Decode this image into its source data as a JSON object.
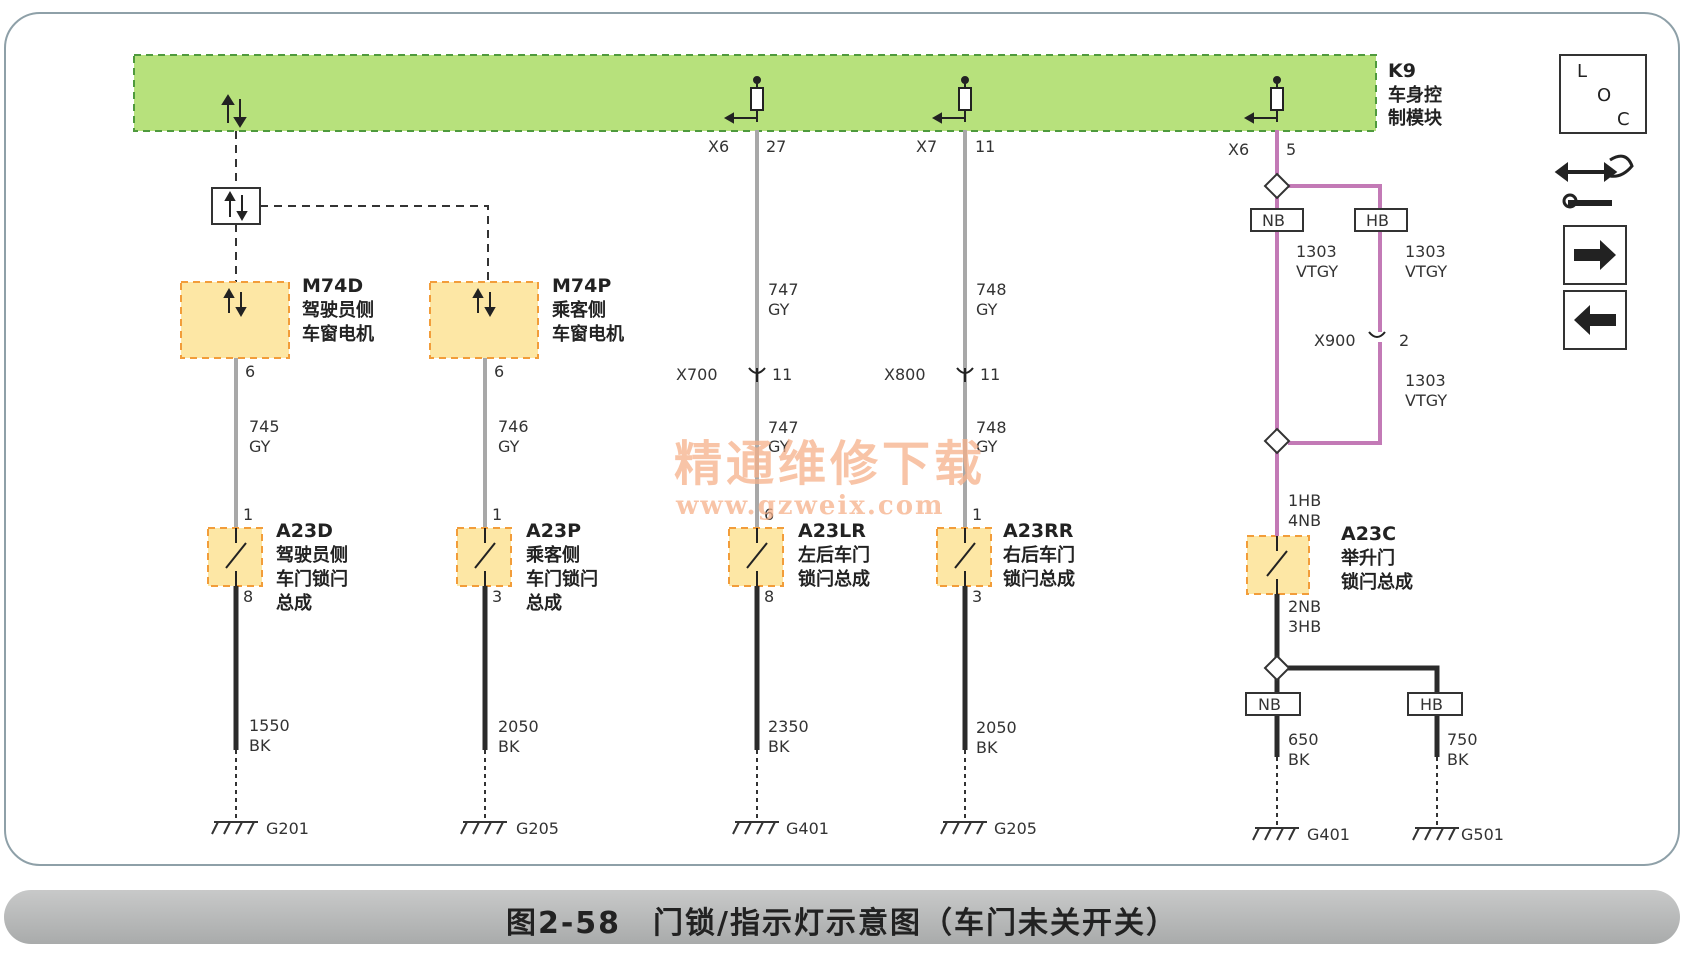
{
  "caption": "图2-58　门锁/指示灯示意图（车门未关开关）",
  "colors": {
    "module_fill": "#b7e17c",
    "component_fill": "#fde7a5",
    "component_border": "#f29d3a",
    "vtgy_wire": "#c37ab6",
    "gy_wire": "#a8a8a8",
    "bk_wire": "#2b2b2b"
  },
  "module": {
    "name": "K9",
    "desc1": "车身控",
    "desc2": "制模块"
  },
  "side_panel": {
    "loc_l": "L",
    "loc_o": "O",
    "loc_c": "C"
  },
  "connectors": {
    "x6a": "X6",
    "x6a_pin": "27",
    "x7": "X7",
    "x7_pin": "11",
    "x6b": "X6",
    "x6b_pin": "5",
    "x700": "X700",
    "x700_pin": "11",
    "x800": "X800",
    "x800_pin": "11",
    "x900": "X900",
    "x900_pin": "2"
  },
  "motors": [
    {
      "name": "M74D",
      "desc1": "驾驶员侧",
      "desc2": "车窗电机",
      "pin": "6",
      "wire": "745",
      "color": "GY"
    },
    {
      "name": "M74P",
      "desc1": "乘客侧",
      "desc2": "车窗电机",
      "pin": "6",
      "wire": "746",
      "color": "GY"
    }
  ],
  "locks": [
    {
      "name": "A23D",
      "desc1": "驾驶员侧",
      "desc2": "车门锁闩",
      "desc3": "总成",
      "pin_top": "1",
      "pin_bot": "8",
      "gnd_wire": "1550",
      "gnd_color": "BK",
      "ground": "G201"
    },
    {
      "name": "A23P",
      "desc1": "乘客侧",
      "desc2": "车门锁闩",
      "desc3": "总成",
      "pin_top": "1",
      "pin_bot": "3",
      "gnd_wire": "2050",
      "gnd_color": "BK",
      "ground": "G205"
    },
    {
      "name": "A23LR",
      "desc1": "左后车门",
      "desc2": "锁闩总成",
      "desc3": "",
      "pin_top": "6",
      "pin_bot": "8",
      "gnd_wire": "2350",
      "gnd_color": "BK",
      "ground": "G401",
      "wire_a": "747",
      "wire_b": "747",
      "color": "GY"
    },
    {
      "name": "A23RR",
      "desc1": "右后车门",
      "desc2": "锁闩总成",
      "desc3": "",
      "pin_top": "1",
      "pin_bot": "3",
      "gnd_wire": "2050",
      "gnd_color": "BK",
      "ground": "G205",
      "wire_a": "748",
      "wire_b": "748",
      "color": "GY"
    }
  ],
  "liftgate": {
    "name": "A23C",
    "desc1": "举升门",
    "desc2": "锁闩总成",
    "nb": "NB",
    "hb": "HB",
    "wire": "1303",
    "wire_color": "VTGY",
    "pin_top1": "1HB",
    "pin_top2": "4NB",
    "pin_bot1": "2NB",
    "pin_bot2": "3HB",
    "gnd_nb_wire": "650",
    "gnd_nb_color": "BK",
    "gnd_nb": "G401",
    "gnd_hb_wire": "750",
    "gnd_hb_color": "BK",
    "gnd_hb": "G501"
  },
  "watermark": {
    "line1": "精通维修下载",
    "line2": "www.gzweix.com"
  }
}
